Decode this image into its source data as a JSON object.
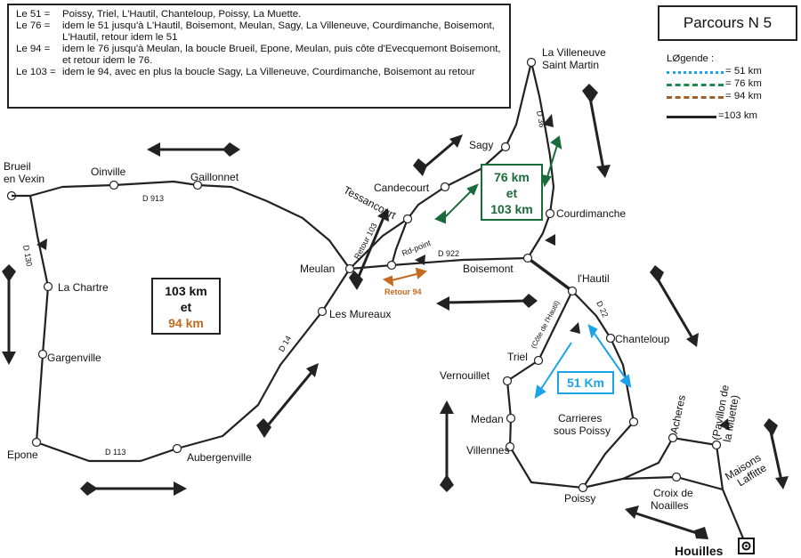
{
  "title": "Parcours N  5",
  "rules": [
    {
      "label": "Le 51 =",
      "text": "Poissy, Triel, L'Hautil, Chanteloup, Poissy, La Muette."
    },
    {
      "label": "Le 76 =",
      "text": "idem le 51 jusqu'à L'Hautil, Boisemont, Meulan, Sagy, La Villeneuve, Courdimanche, Boisemont, L'Hautil, retour idem le 51"
    },
    {
      "label": "Le 94 =",
      "text": "idem le 76 jusqu'à Meulan, la boucle Brueil, Epone, Meulan, puis côte d'Evecquemont Boisemont, et retour idem le 76."
    },
    {
      "label": "Le 103 =",
      "text": "idem le 94, avec en plus la boucle Sagy, La Villeneuve, Courdimanche, Boisemont au retour"
    }
  ],
  "legend": {
    "title": "LØgende :",
    "items": [
      {
        "label": "=   51 km",
        "color": "#1aa3e8",
        "style": "dotted"
      },
      {
        "label": "=   76 km",
        "color": "#1e8a4e",
        "style": "dashed"
      },
      {
        "label": "= 94 km",
        "color": "#a0622c",
        "style": "dashed"
      },
      {
        "label": "=103 km",
        "color": "#222222",
        "style": "solid"
      }
    ]
  },
  "distance_boxes": {
    "west": {
      "line1": "103 km",
      "line2": "et",
      "line3": "94 km"
    },
    "north": {
      "line1": "76 km",
      "line2": "et",
      "line3": "103 km"
    },
    "south": {
      "line1": "51 Km"
    }
  },
  "colors": {
    "route_103": "#222222",
    "route_76": "#1a6b3a",
    "route_94": "#c46a1e",
    "route_51": "#1aa3e8"
  },
  "places": [
    {
      "id": "brueil",
      "label": "Brueil\nen Vexin"
    },
    {
      "id": "oinville",
      "label": "Oinville"
    },
    {
      "id": "gaillonnet",
      "label": "Gaillonnet"
    },
    {
      "id": "la-chartre",
      "label": "La Chartre"
    },
    {
      "id": "gargenville",
      "label": "Gargenville"
    },
    {
      "id": "epone",
      "label": "Epone"
    },
    {
      "id": "aubergenville",
      "label": "Aubergenville"
    },
    {
      "id": "les-mureaux",
      "label": "Les Mureaux"
    },
    {
      "id": "meulan",
      "label": "Meulan"
    },
    {
      "id": "tessancourt",
      "label": "Tessancourt"
    },
    {
      "id": "candecourt",
      "label": "Candecourt"
    },
    {
      "id": "sagy",
      "label": "Sagy"
    },
    {
      "id": "la-villeneuve",
      "label": "La Villeneuve\nSaint Martin"
    },
    {
      "id": "courdimanche",
      "label": "Courdimanche"
    },
    {
      "id": "boisemont",
      "label": "Boisemont"
    },
    {
      "id": "lhautil",
      "label": "l'Hautil"
    },
    {
      "id": "chanteloup",
      "label": "Chanteloup"
    },
    {
      "id": "triel",
      "label": "Triel"
    },
    {
      "id": "vernouillet",
      "label": "Vernouillet"
    },
    {
      "id": "medan",
      "label": "Medan"
    },
    {
      "id": "villennes",
      "label": "Villennes"
    },
    {
      "id": "poissy",
      "label": "Poissy"
    },
    {
      "id": "carrieres",
      "label": "Carrieres\nsous Poissy"
    },
    {
      "id": "acheres",
      "label": "Acheres"
    },
    {
      "id": "pavillon",
      "label": "(Pavillon de\nla Muette)"
    },
    {
      "id": "maisons-laffitte",
      "label": "Maisons\nLaffitte"
    },
    {
      "id": "croix-noailles",
      "label": "Croix de\nNoailles"
    },
    {
      "id": "houilles",
      "label": "Houilles"
    }
  ],
  "road_labels": {
    "d913": "D 913",
    "d130": "D 130",
    "d14": "D 14",
    "d113": "D 113",
    "d922": "D 922",
    "d36": "D 36",
    "d22": "D 22",
    "retour103": "Retour 103",
    "rdpoint": "Rd-point",
    "retour94": "Retour 94",
    "cote": "(Côte de l'Hautil)"
  }
}
